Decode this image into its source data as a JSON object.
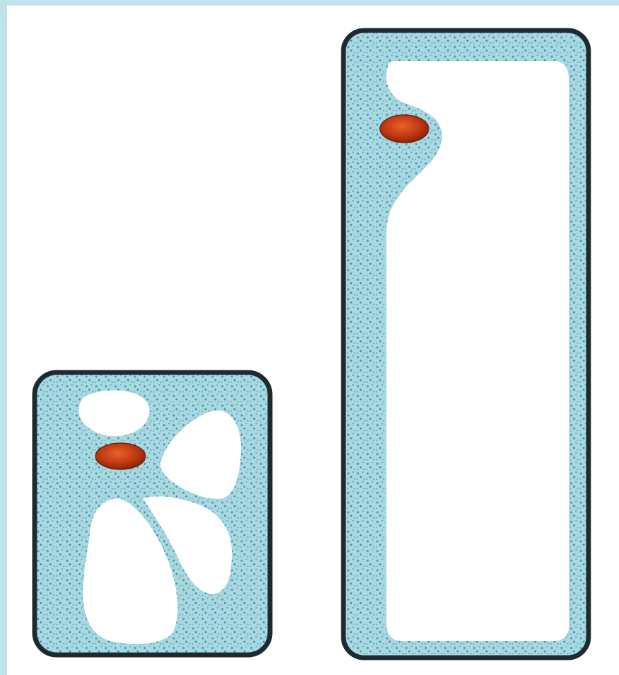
{
  "diagram": {
    "cells": [
      {
        "id": "young-cell",
        "nucleus_present": true,
        "vacuoles": 4
      },
      {
        "id": "mature-cell",
        "nucleus_present": true,
        "vacuoles": 1
      }
    ]
  },
  "colors": {
    "page_border": "#bfe3e8",
    "background": "#ffffff",
    "cell_wall": "#1e2a30",
    "cytoplasm": "#9fd3dd",
    "cytoplasm_speckle": "#4a9fb3",
    "nucleus": "#b8320f",
    "nucleus_highlight": "#e8622d",
    "vacuole": "#ffffff"
  }
}
